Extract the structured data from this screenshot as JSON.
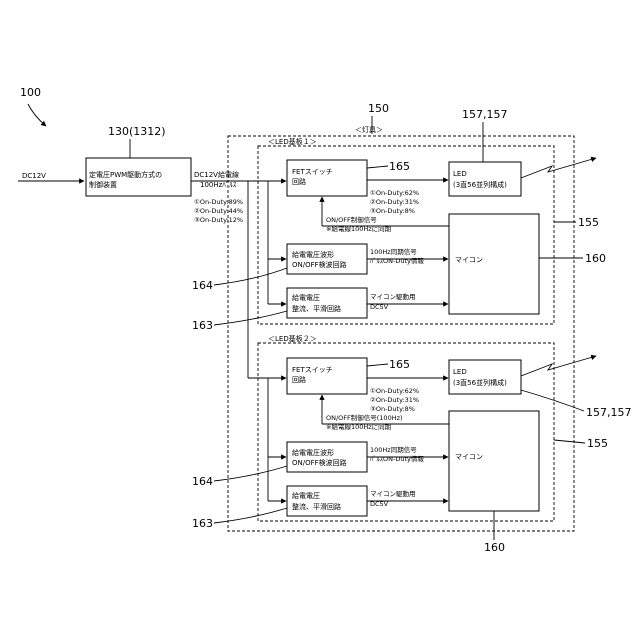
{
  "refs": {
    "r100": "100",
    "r130": "130(1312)",
    "r150": "150",
    "r157a": "157,157",
    "r157b": "157,157",
    "r165a": "165",
    "r165b": "165",
    "r155a": "155",
    "r155b": "155",
    "r160a": "160",
    "r160b": "160",
    "r164a": "164",
    "r164b": "164",
    "r163a": "163",
    "r163b": "163"
  },
  "input_label": "DC12V",
  "controller": {
    "line1": "定電圧PWM駆動方式の",
    "line2": "制御装置"
  },
  "feed": {
    "line1": "DC12V給電線",
    "line2": "100Hzﾊﾟﾙｽ"
  },
  "duty_main": [
    "①On-Duty:89%",
    "②On-Duty:44%",
    "③On-Duty:12%"
  ],
  "fixture_label": "＜灯具＞",
  "board1": {
    "label": "＜LED基板１＞",
    "fet": {
      "line1": "FETスイッチ",
      "line2": "回路"
    },
    "led": {
      "line1": "LED",
      "line2": "(3直56並列構成)"
    },
    "duty": [
      "①On-Duty:62%",
      "②On-Duty:31%",
      "③On-Duty:8%"
    ],
    "onoff": {
      "line1": "ON/OFF制御信号",
      "line2": "※給電線100Hzに同期"
    },
    "detect": {
      "line1": "給電電圧波形",
      "line2": "ON/OFF検波回路"
    },
    "sync": {
      "line1": "100Hz同期信号",
      "line2": "ﾊﾟﾙｽON-Duty情報"
    },
    "mcu": "マイコン",
    "rect": {
      "line1": "給電電圧",
      "line2": "整流、平滑回路"
    },
    "mcupwr": {
      "line1": "マイコン駆動用",
      "line2": "DC5V"
    }
  },
  "board2": {
    "label": "＜LED基板２＞",
    "fet": {
      "line1": "FETスイッチ",
      "line2": "回路"
    },
    "led": {
      "line1": "LED",
      "line2": "(3直56並列構成)"
    },
    "duty": [
      "①On-Duty:62%",
      "②On-Duty:31%",
      "③On-Duty:8%"
    ],
    "onoff": {
      "line1": "ON/OFF制御信号(100Hz)",
      "line2": "※給電線100Hzに同期"
    },
    "detect": {
      "line1": "給電電圧波形",
      "line2": "ON/OFF検波回路"
    },
    "sync": {
      "line1": "100Hz同期信号",
      "line2": "ﾊﾟﾙｽON-Duty情報"
    },
    "mcu": "マイコン",
    "rect": {
      "line1": "給電電圧",
      "line2": "整流、平滑回路"
    },
    "mcupwr": {
      "line1": "マイコン駆動用",
      "line2": "DC5V"
    }
  }
}
